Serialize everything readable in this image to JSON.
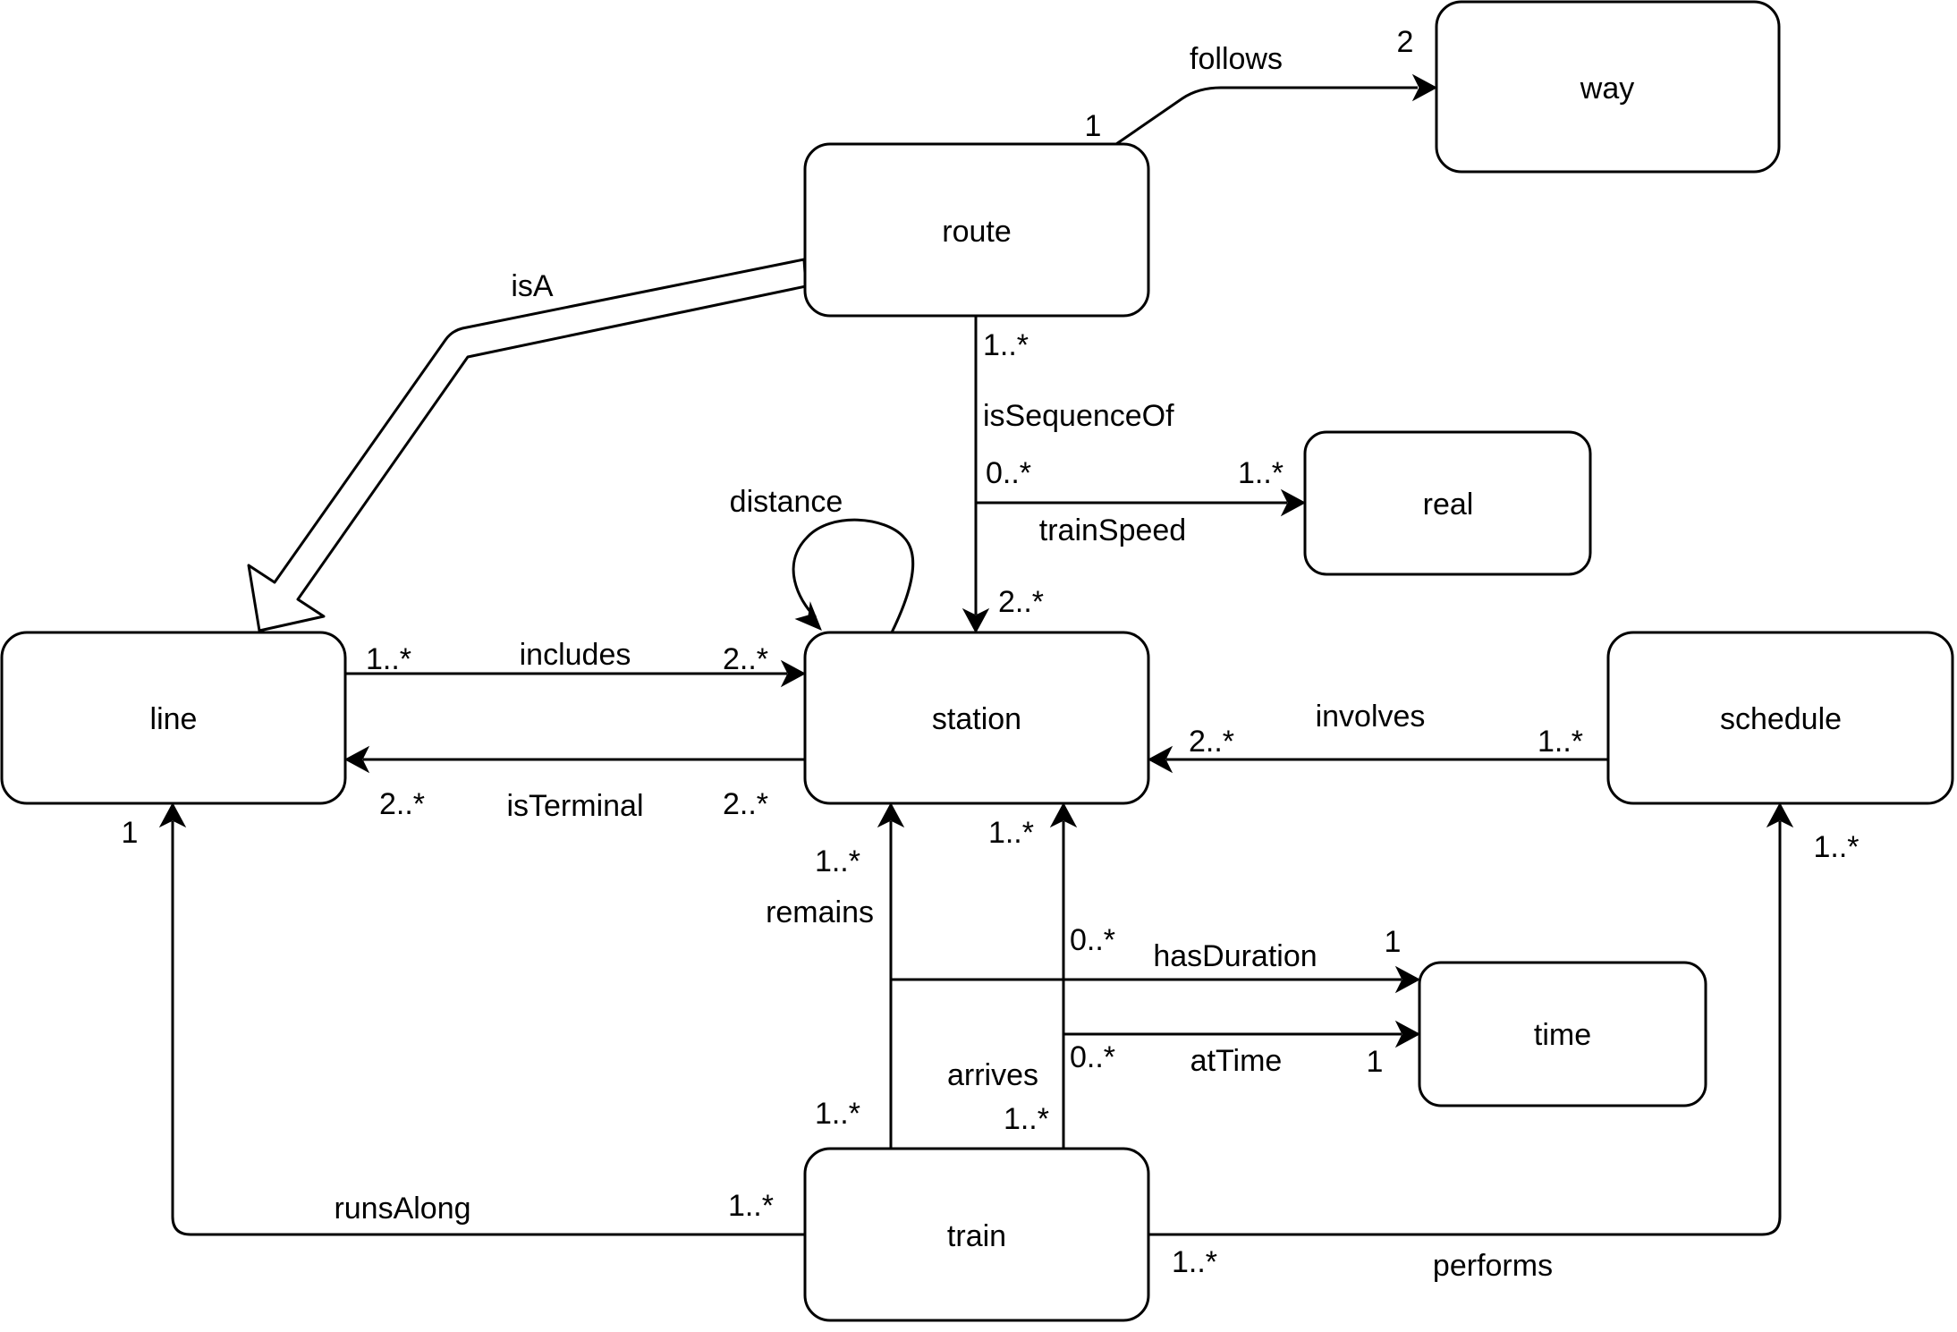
{
  "diagram": {
    "type": "UML class/association diagram",
    "nodes": {
      "way": "way",
      "route": "route",
      "real": "real",
      "line": "line",
      "station": "station",
      "schedule": "schedule",
      "time": "time",
      "train": "train"
    },
    "edges": {
      "follows": {
        "label": "follows",
        "source": "route",
        "target": "way",
        "source_mult": "1",
        "target_mult": "2"
      },
      "isA": {
        "label": "isA",
        "source": "route",
        "target": "line"
      },
      "isSequenceOf": {
        "label": "isSequenceOf",
        "source": "route",
        "target": "station",
        "source_mult": "1..*",
        "target_mult": "2..*"
      },
      "trainSpeed": {
        "label": "trainSpeed",
        "target": "real",
        "source_mult": "0..*",
        "target_mult": "1..*"
      },
      "distance": {
        "label": "distance",
        "source": "station",
        "target": "station"
      },
      "includes": {
        "label": "includes",
        "source": "line",
        "target": "station",
        "source_mult": "1..*",
        "target_mult": "2..*"
      },
      "isTerminal": {
        "label": "isTerminal",
        "source": "station",
        "target": "line",
        "source_mult": "2..*",
        "target_mult": "2..*"
      },
      "involves": {
        "label": "involves",
        "source": "schedule",
        "target": "station",
        "source_mult": "1..*",
        "target_mult": "2..*"
      },
      "remains": {
        "label": "remains",
        "source": "train",
        "target": "station",
        "source_mult": "1..*",
        "target_mult": "1..*"
      },
      "arrives": {
        "label": "arrives",
        "source": "train",
        "target": "station",
        "source_mult": "1..*",
        "target_mult": "1..*"
      },
      "hasDuration": {
        "label": "hasDuration",
        "target": "time",
        "source_mult": "0..*",
        "target_mult": "1"
      },
      "atTime": {
        "label": "atTime",
        "target": "time",
        "source_mult": "0..*",
        "target_mult": "1"
      },
      "runsAlong": {
        "label": "runsAlong",
        "source": "train",
        "target": "line",
        "source_mult": "1..*",
        "target_mult": "1"
      },
      "performs": {
        "label": "performs",
        "source": "train",
        "target": "schedule",
        "source_mult": "1..*",
        "target_mult": "1..*"
      }
    }
  }
}
